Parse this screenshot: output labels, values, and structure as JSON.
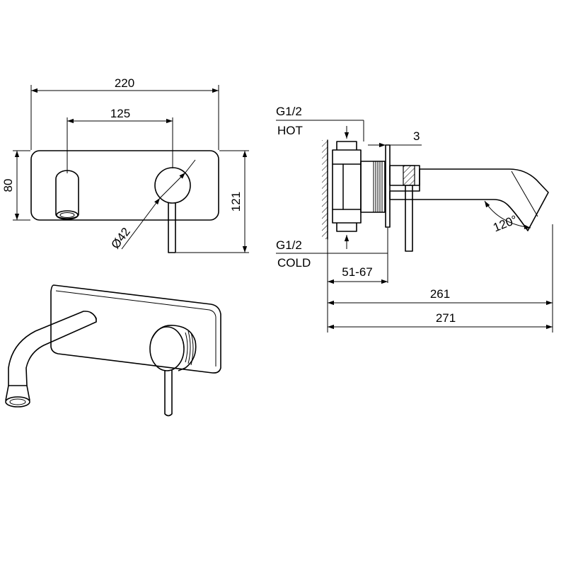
{
  "dimensions": {
    "front_width": "220",
    "front_spacing": "125",
    "front_height": "80",
    "front_depth": "121",
    "knob_diameter": "Ø42",
    "plate_gap": "3",
    "wall_range": "51-67",
    "length_inner": "261",
    "length_outer": "271",
    "spout_angle": "120°"
  },
  "labels": {
    "hot_thread": "G1/2",
    "hot": "HOT",
    "cold_thread": "G1/2",
    "cold": "COLD"
  }
}
